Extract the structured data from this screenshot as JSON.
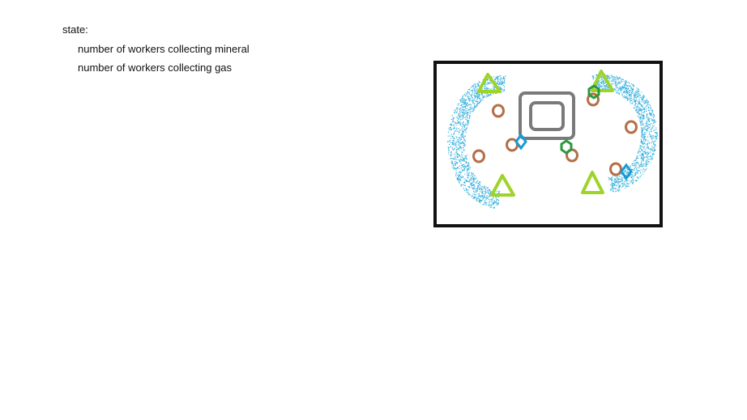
{
  "text": {
    "state_label": "state:",
    "items": [
      "number of workers collecting mineral",
      "number of workers collecting gas"
    ]
  },
  "map": {
    "colors": {
      "border": "#111111",
      "mineral_field": "#1ea7d8",
      "base": "#7a7a7a",
      "triangle": "#9fd32a",
      "circle": "#b46f48",
      "diamond": "#169bd5",
      "hexagon": "#2a9a3d"
    }
  }
}
